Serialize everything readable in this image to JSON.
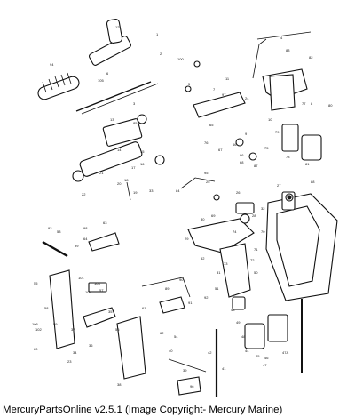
{
  "caption": "MercuryPartsOnline v2.5.1 (Image Copyright- Mercury Marine)",
  "callouts": [
    "1",
    "2",
    "3",
    "4",
    "5",
    "6",
    "7",
    "8",
    "9",
    "10",
    "11",
    "12",
    "13",
    "14",
    "15",
    "16",
    "17",
    "18",
    "19",
    "20",
    "21",
    "22",
    "23",
    "24",
    "25",
    "26",
    "27",
    "28",
    "29",
    "30",
    "31",
    "32",
    "33",
    "34",
    "35",
    "36",
    "37",
    "38",
    "39",
    "40",
    "41",
    "42",
    "43",
    "44",
    "45",
    "46",
    "47",
    "47A",
    "48",
    "49",
    "50",
    "51",
    "52",
    "53",
    "54",
    "55",
    "56",
    "57",
    "58",
    "59",
    "60",
    "61",
    "62",
    "63",
    "64",
    "65",
    "66",
    "67",
    "68",
    "69",
    "70",
    "71",
    "72",
    "73",
    "74",
    "75",
    "76",
    "77",
    "78",
    "79",
    "80",
    "81",
    "82",
    "83",
    "84",
    "85",
    "86",
    "87",
    "88",
    "89",
    "90",
    "91",
    "92",
    "93",
    "94",
    "95",
    "96",
    "97",
    "98",
    "99",
    "100",
    "101",
    "102",
    "103",
    "104",
    "105",
    "106",
    "107"
  ],
  "colors": {
    "line": "#111111",
    "background": "#ffffff"
  }
}
